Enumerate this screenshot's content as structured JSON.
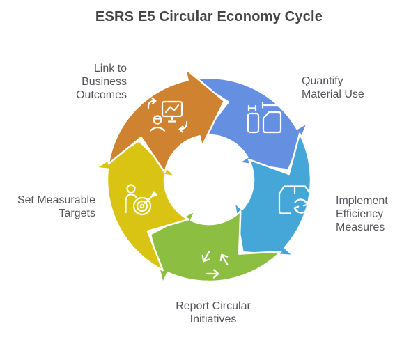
{
  "title": "ESRS E5 Circular Economy Cycle",
  "styles": {
    "background": "#ffffff",
    "title_color": "#464646",
    "label_color": "#54555a",
    "segment_outline": "#ffffff"
  },
  "cycle": {
    "direction": "clockwise",
    "segments": [
      {
        "id": "quantify-material-use",
        "label": "Quantify Material Use",
        "color": "#6590e2",
        "icon": "measure-containers-icon",
        "tail": 351,
        "back": 420,
        "tip": 443
      },
      {
        "id": "implement-efficiency-measures",
        "label": "Implement Efficiency Measures",
        "color": "#45a7d8",
        "icon": "package-recycle-icon",
        "tail": 63,
        "back": 132,
        "tip": 155
      },
      {
        "id": "report-circular-initiatives",
        "label": "Report Circular Initiatives",
        "color": "#8cbe42",
        "icon": "recycle-triangle-icon",
        "tail": 135,
        "back": 204,
        "tip": 227
      },
      {
        "id": "set-measurable-targets",
        "label": "Set Measurable Targets",
        "color": "#d9c414",
        "icon": "person-target-icon",
        "tail": 207,
        "back": 276,
        "tip": 299
      },
      {
        "id": "link-to-business-outcomes",
        "label": "Link to Business Outcomes",
        "color": "#cf8230",
        "icon": "presentation-sync-icon",
        "tail": 279,
        "back": 348,
        "tip": 371
      }
    ]
  }
}
